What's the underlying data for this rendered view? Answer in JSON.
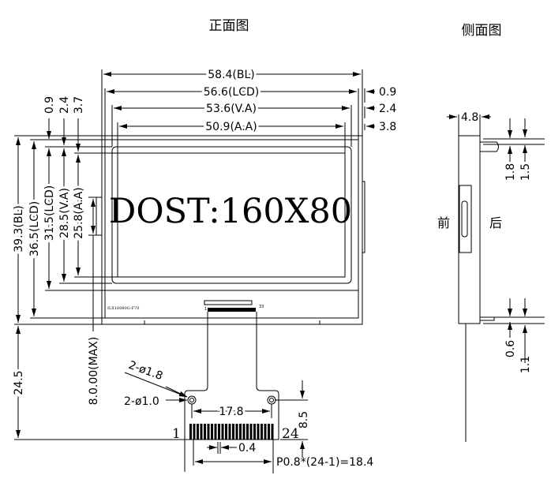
{
  "titles": {
    "front": "正面图",
    "side": "侧面图"
  },
  "display_text": "DOST:160X80",
  "part_label": "ILX16080G-F70",
  "pin_labels": {
    "pcb_first": "1",
    "pcb_last": "33",
    "tail_first": "1",
    "tail_last": "24"
  },
  "top_dims": {
    "bl": "58.4(BL)",
    "lcd": "56.6(LCD)",
    "va": "53.6(V.A)",
    "aa": "50.9(A.A)",
    "r1": "0.9",
    "r2": "2.4",
    "r3": "3.8"
  },
  "left_dims": {
    "bl": "39.3(BL)",
    "lcd": "36.5(LCD)",
    "lcd2": "31.5(LCD)",
    "va": "28.5(V.A)",
    "aa": "25.8(A.A)",
    "t1": "0.9",
    "t2": "2.4",
    "t3": "3.7"
  },
  "bottom_dims": {
    "tail": "24.5",
    "max": "8.0.00(MAX)",
    "hole_big": "2-ø1.8",
    "hole_small": "2-ø1.0",
    "hole_pitch": "17.8",
    "pin_width": "0.4",
    "pitch": "P0.8*(24-1)=18.4",
    "tail_h": "8.5"
  },
  "side": {
    "thickness": "4.8",
    "d1": "1.8",
    "d2": "1.5",
    "d3": "0.6",
    "d4": "1.1",
    "front": "前",
    "back": "后"
  }
}
